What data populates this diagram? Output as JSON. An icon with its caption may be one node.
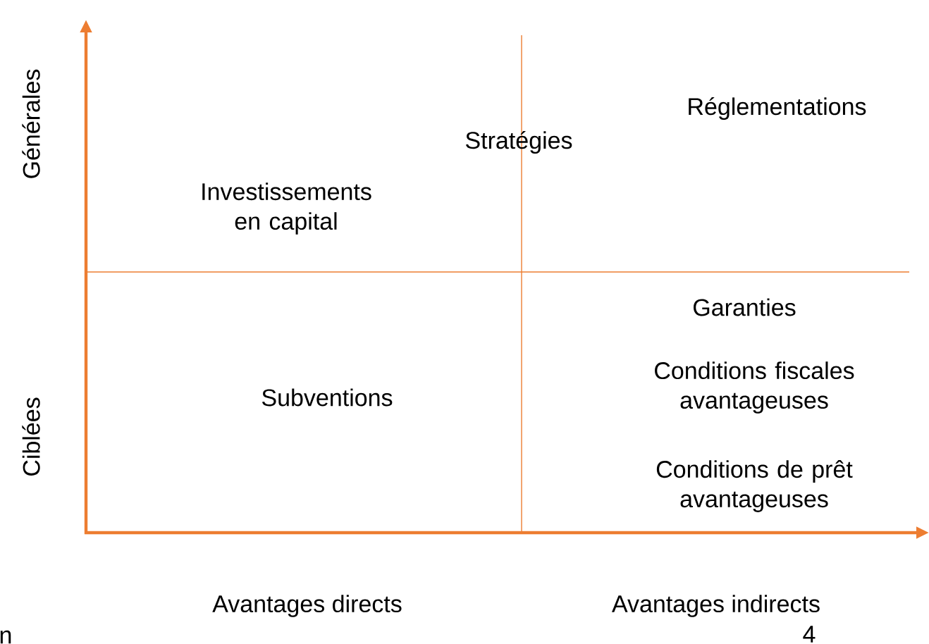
{
  "diagram": {
    "labels": [
      "Générales",
      "Stratégies",
      "Réglementations",
      "Investissements en capital",
      "Garanties",
      "Subventions",
      "Conditions fiscales avantageuses",
      "Ciblées",
      "Conditions de prêt avantageuses",
      "Avantages directs",
      "Avantages indirects",
      "n",
      "4"
    ]
  }
}
